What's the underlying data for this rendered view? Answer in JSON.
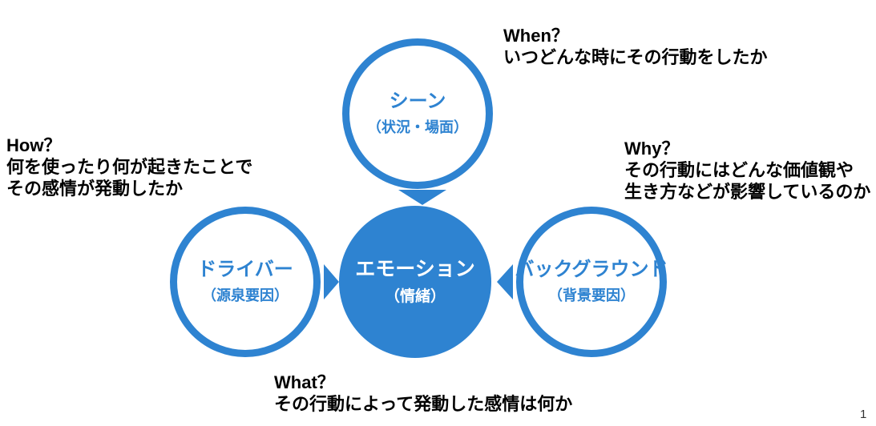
{
  "colors": {
    "accent_blue": "#2E83D1",
    "annotation_text": "#000000",
    "filled_circle_text": "#FFFFFF",
    "background": "#FFFFFF"
  },
  "nodes": {
    "scene": {
      "title": "シーン",
      "subtitle": "（状況・場面）"
    },
    "driver": {
      "title": "ドライバー",
      "subtitle": "（源泉要因）"
    },
    "background": {
      "title": "バックグラウンド",
      "subtitle": "（背景要因）"
    },
    "emotion": {
      "title": "エモーション",
      "subtitle": "（情緒）"
    }
  },
  "annotations": {
    "when": {
      "heading": "When？",
      "lines": [
        "いつどんな時にその行動をしたか"
      ]
    },
    "how": {
      "heading": "How？",
      "lines": [
        "何を使ったり何が起きたことで",
        "その感情が発動したか"
      ]
    },
    "why": {
      "heading": "Why？",
      "lines": [
        "その行動にはどんな価値観や",
        "生き方などが影響しているのか"
      ]
    },
    "what": {
      "heading": "What？",
      "lines": [
        "その行動によって発動した感情は何か"
      ]
    }
  },
  "page_number": "1"
}
